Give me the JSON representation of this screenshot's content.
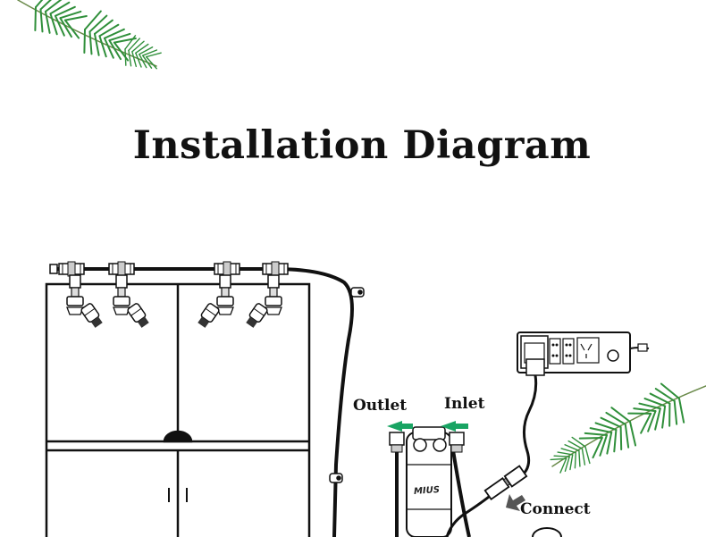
{
  "title": "Installation Diagram",
  "labels": {
    "outlet": "Outlet",
    "inlet": "Inlet",
    "connect": "Connect",
    "pump_brand": "MIUS"
  },
  "colors": {
    "arrow_green": "#19a463",
    "arrow_gray": "#555555",
    "leaf_green": "#2f8f3a",
    "line": "#111111"
  },
  "icons": [
    "pine-branch-icon",
    "nozzle-icon",
    "pump-icon",
    "timer-icon",
    "connector-icon"
  ]
}
